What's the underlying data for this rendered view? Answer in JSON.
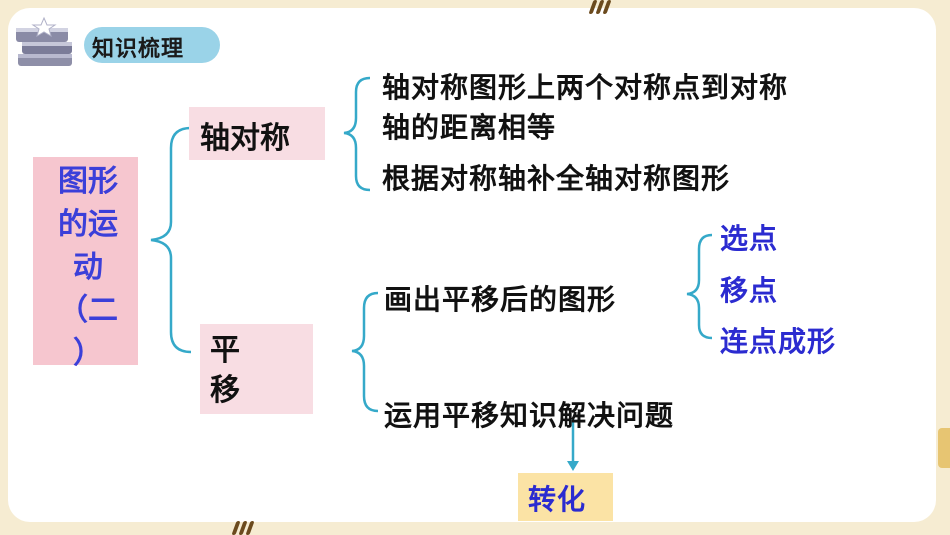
{
  "header": {
    "title": "知识梳理"
  },
  "root": {
    "label": "图形的运动（二）",
    "lines": [
      "图形",
      "的运",
      "动",
      "（二",
      "）"
    ]
  },
  "axis_symmetry": {
    "label": "轴对称",
    "points": [
      {
        "line1": "轴对称图形上两个对称点到对称",
        "line2": "轴的距离相等"
      },
      {
        "line1": "根据对称轴补全轴对称图形"
      }
    ]
  },
  "translation": {
    "label": "平移",
    "lines": [
      "平",
      "移"
    ],
    "points": [
      {
        "label": "画出平移后的图形",
        "steps": [
          "选点",
          "移点",
          "连点成形"
        ]
      },
      {
        "label": "运用平移知识解决问题"
      }
    ]
  },
  "result": {
    "label": "转化"
  },
  "colors": {
    "root_bg": "#f6c6cf",
    "node_bg": "#f8dde3",
    "result_bg": "#fbe3a5",
    "brace": "#35a9c9",
    "accent_text": "#2b2bd0",
    "header_pill": "#9ad3e8"
  }
}
